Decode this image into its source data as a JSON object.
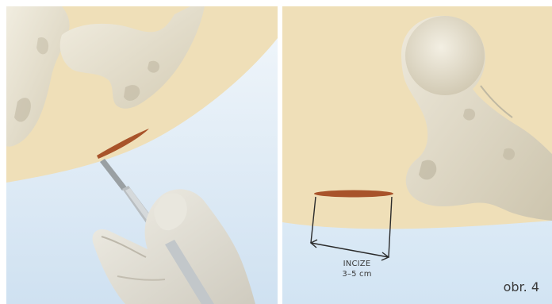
{
  "incision_label": {
    "title": "INCIZE",
    "range": "3–5 cm"
  },
  "figure_label": "obr. 4",
  "colors": {
    "skin": "#efdfb8",
    "background_blue": "#dbe9f5",
    "bone": "#e9e4d4",
    "bone_shadow": "#bfb8a2",
    "incision": "#a8532a",
    "glove": "#e4e1d6",
    "scalpel": "#b9bec1",
    "dimension_line": "#2b2b2b"
  },
  "icons": [
    "scalpel-icon",
    "gloved-hand-icon",
    "hip-bone-icon",
    "femur-icon",
    "dimension-arrow-icon"
  ]
}
